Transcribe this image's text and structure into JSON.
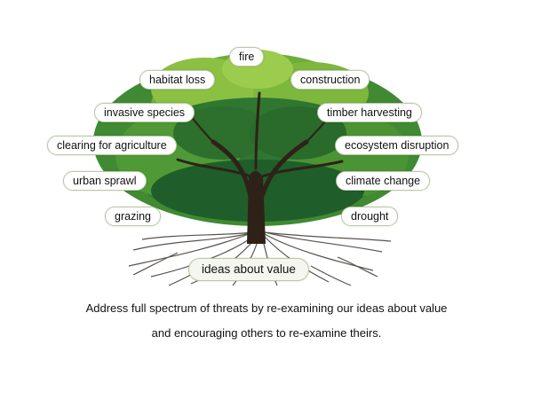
{
  "diagram": {
    "title": "Threats to forests tree diagram",
    "leaf_labels": {
      "fire": "fire",
      "habitat_loss": "habitat loss",
      "construction": "construction",
      "invasive_species": "invasive species",
      "timber_harvesting": "timber harvesting",
      "clearing_for_agriculture": "clearing for agriculture",
      "ecosystem_disruption": "ecosystem disruption",
      "urban_sprawl": "urban sprawl",
      "climate_change": "climate change",
      "grazing": "grazing",
      "drought": "drought"
    },
    "root_label": "ideas about value",
    "caption_line1": "Address full spectrum of threats by re-examining our ideas about value",
    "caption_line2": "and encouraging others to re-examine theirs.",
    "colors": {
      "foliage_dark": "#1f5e2a",
      "foliage_mid": "#3f8a33",
      "foliage_light": "#8cc043",
      "trunk": "#2e2218",
      "roots": "#3a3530",
      "pill_border": "#b9c9a6"
    }
  }
}
